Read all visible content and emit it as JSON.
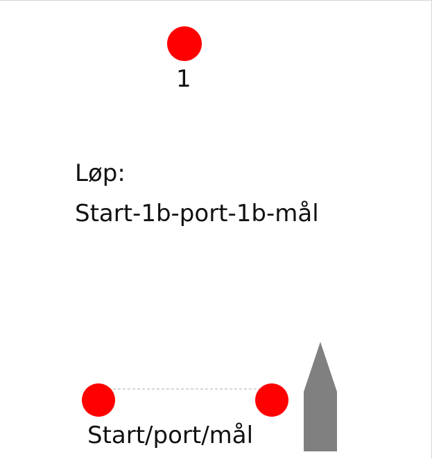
{
  "course": {
    "heading": "Løp:",
    "route": "Start-1b-port-1b-mål"
  },
  "marks": {
    "mark_1_label": "1",
    "start_finish_label": "Start/port/mål"
  },
  "colors": {
    "buoy": "#ff0000",
    "boat": "#808080",
    "line": "#c9c9c9",
    "text": "#111111"
  }
}
